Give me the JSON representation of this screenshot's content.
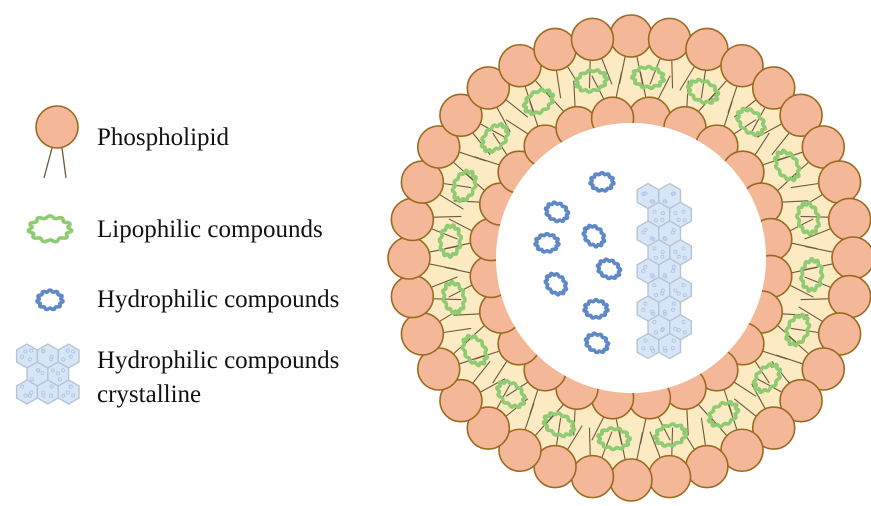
{
  "legend": {
    "phospholipid": "Phospholipid",
    "lipophilic": "Lipophilic compounds",
    "hydrophilic": "Hydrophilic compounds",
    "crystalline_line1": "Hydrophilic compounds",
    "crystalline_line2": "crystalline"
  },
  "colors": {
    "head_fill": "#F4B898",
    "head_stroke": "#9C6A1F",
    "tail": "#6B5A3A",
    "bilayer_fill": "#FCEBC2",
    "lipophilic": "#8FCB72",
    "hydrophilic": "#5E88C8",
    "crystal_fill": "#D7E6F6",
    "crystal_stroke": "#B5C4D6"
  },
  "diagram": {
    "outer_heads": 36,
    "inner_heads": 24,
    "lipophilic_count": 20,
    "hydrophilic_count": 8,
    "crystal_cells": 18
  }
}
